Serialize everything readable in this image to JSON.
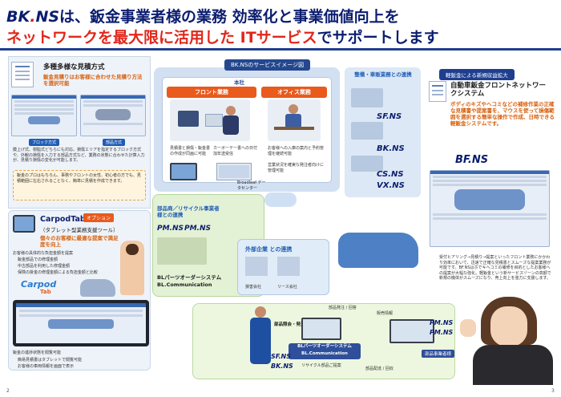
{
  "header": {
    "brand": "BK",
    "brand_ns": "NS",
    "line1_rest": "は、鈑金事業者様の業務 効率化と事業価値向上を",
    "line2_a": "ネットワークを最大限に活用した ",
    "line2_it": "ITサービス",
    "line2_b": "でサポートします"
  },
  "estimate": {
    "title": "多種多様な見積方式",
    "subtitle": "鈑金見積りはお客様に合わせた見積り方法を選択可能",
    "chip_block": "ブロック方式",
    "chip_parts": "部品方式",
    "desc": "膜上げ式、樹脂式どちらにも対応。損傷エリアを指定するブロック方式や、外観の損傷を入力する部品方式など、業務の状態に合わせた計算入力が、見積り損傷の変化が可能します。",
    "note": "鈑金のプロはもちろん、事務やフロントの女性、初心者の方でも、見積範囲に左右されることなく、簡単に見積を作成できます。"
  },
  "center": {
    "title": "BK.NSのサービスイメージ図",
    "honsha": "本社",
    "front": "フロント業務",
    "office": "オフィス業務",
    "front_b1": "見積書と損傷・鈑金書の作成が同画に可能",
    "front_b2": "カーボーテー書への日付加年送受信",
    "office_b1": "お客様への入庫の案内と予約管理を継続可能",
    "office_b2": "営業状況を確実な発注者向けに管理可能"
  },
  "maintenance": {
    "title": "整備・車販業務との連携",
    "logos": [
      "SF.NS",
      "BK.NS",
      "CS.NS",
      "VX.NS"
    ]
  },
  "cloud": {
    "label": "Broadleaf データセンター"
  },
  "partners": {
    "title": "部品商／リサイクル事業者様との連携",
    "logos": [
      "PM.NS",
      "PM.NS"
    ],
    "system1": "BLパーツオーダーシステム",
    "system2": "BL.Communication"
  },
  "external": {
    "title": "外部企業 との連携",
    "labels": [
      "損害会社",
      "リース会社"
    ]
  },
  "autobody": {
    "pill": "軽鈑金による新規収益拡大",
    "title": "自動車鈑金フロントネットワークシステム",
    "desc": "ボディのキズやヘコミなどの補修作業の正確な見積書や提案書を、マウスを使って損傷範囲を選択する簡単な操作で作成、日時できる軽鈑金システムです。",
    "logo": "BF.NS",
    "desc2": "受付ヒアリング→見積り→提案といったフロント業務にかかわり効率において、迅速で正確な見積書とスムーズな提案業務が可能です。BF.NSはホでキヘコミの補修を目的としたお客様への提案が大幅な強化。軽鈑金という新サービスゾーンの高額で新規の機体がスムーズになり、売上向上を強力に支援します。"
  },
  "carpod": {
    "title": "CarpodTab",
    "option": "オプション",
    "sub": "（タブレット型業務支援ツール）",
    "headline": "個々のお客様に最適な提案で満足度を向上",
    "bullets": [
      "お客様の具体的な負担金額を提案",
      "鈑金部品での修理金額",
      "中古部品を利用した修理金額",
      "保険の掛金の修理金額による負担金額と比較"
    ],
    "bottom": "鈑金の進捗状態を閲覧可能",
    "bottom_b1": "簡易見積書はタブレットで閲覧可能",
    "bottom_b2": "お客様の車両情報を画面で表示",
    "logo_a": "Carpod",
    "logo_b": "Tab"
  },
  "flow": {
    "order": "部品発注 / 回答",
    "sales": "販売情報",
    "order_note": "部品照会・発注",
    "system1": "BLパーツオーダーシステム",
    "system2": "BL.Communication",
    "recycle": "リサイクル部品ご提案",
    "delivery": "部品配達 / 回収",
    "center_logos": [
      "SF.NS",
      "BK.NS"
    ],
    "right_logos": [
      "PM.NS",
      "PM.NS"
    ],
    "right_label": "部品事業者様"
  },
  "pages": {
    "left": "2",
    "right": "3"
  }
}
